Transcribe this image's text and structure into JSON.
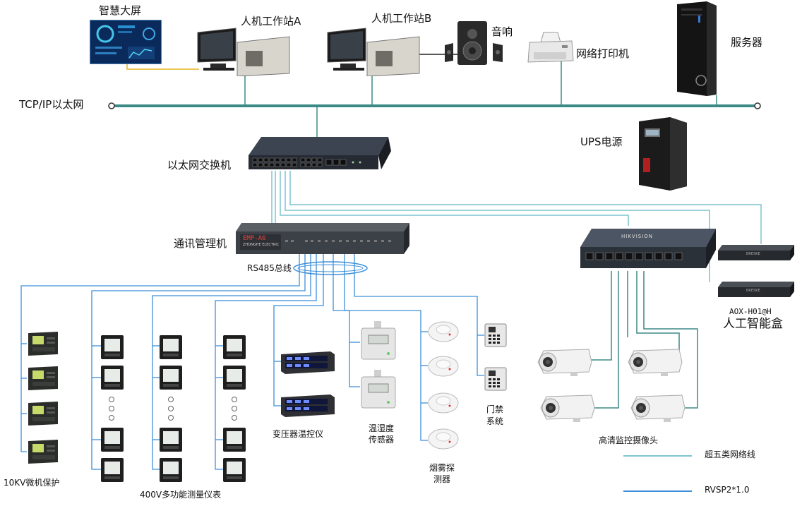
{
  "labels": {
    "smart_screen": "智慧大屏",
    "hmi_a": "人机工作站A",
    "hmi_b": "人机工作站B",
    "speaker": "音响",
    "printer": "网络打印机",
    "server": "服务器",
    "tcpip": "TCP/IP以太网",
    "ups": "UPS电源",
    "switch": "以太网交换机",
    "comm_manager": "通讯管理机",
    "rs485": "RS485总线",
    "relay_10kv": "10KV微机保护",
    "meter_400v": "400V多功能测量仪表",
    "transformer": "变压器温控仪",
    "th_sensor_1": "温湿度",
    "th_sensor_2": "传感器",
    "smoke_1": "烟雾探",
    "smoke_2": "测器",
    "access_1": "门禁",
    "access_2": "系统",
    "camera": "高清监控摄像头",
    "ai_box_model": "AOX-H01@H",
    "ai_box": "人工智能盒",
    "comm_manager_screen": "EMP-A6",
    "comm_manager_brand": "ZHONGHE ELECTRIC",
    "poe_brand": "HIKVISION",
    "ai_box_brand": "BRESKE"
  },
  "legend": [
    {
      "label": "超五类网络线",
      "color": "#7fc4cf"
    },
    {
      "label": "RVSP2*1.0",
      "color": "#3d8fd9"
    }
  ],
  "colors": {
    "ethernet_bus": "#3b8a86",
    "network_line": "#7fc4cf",
    "rs485_line": "#3d8fd9",
    "hdmi_line": "#e6b422"
  }
}
